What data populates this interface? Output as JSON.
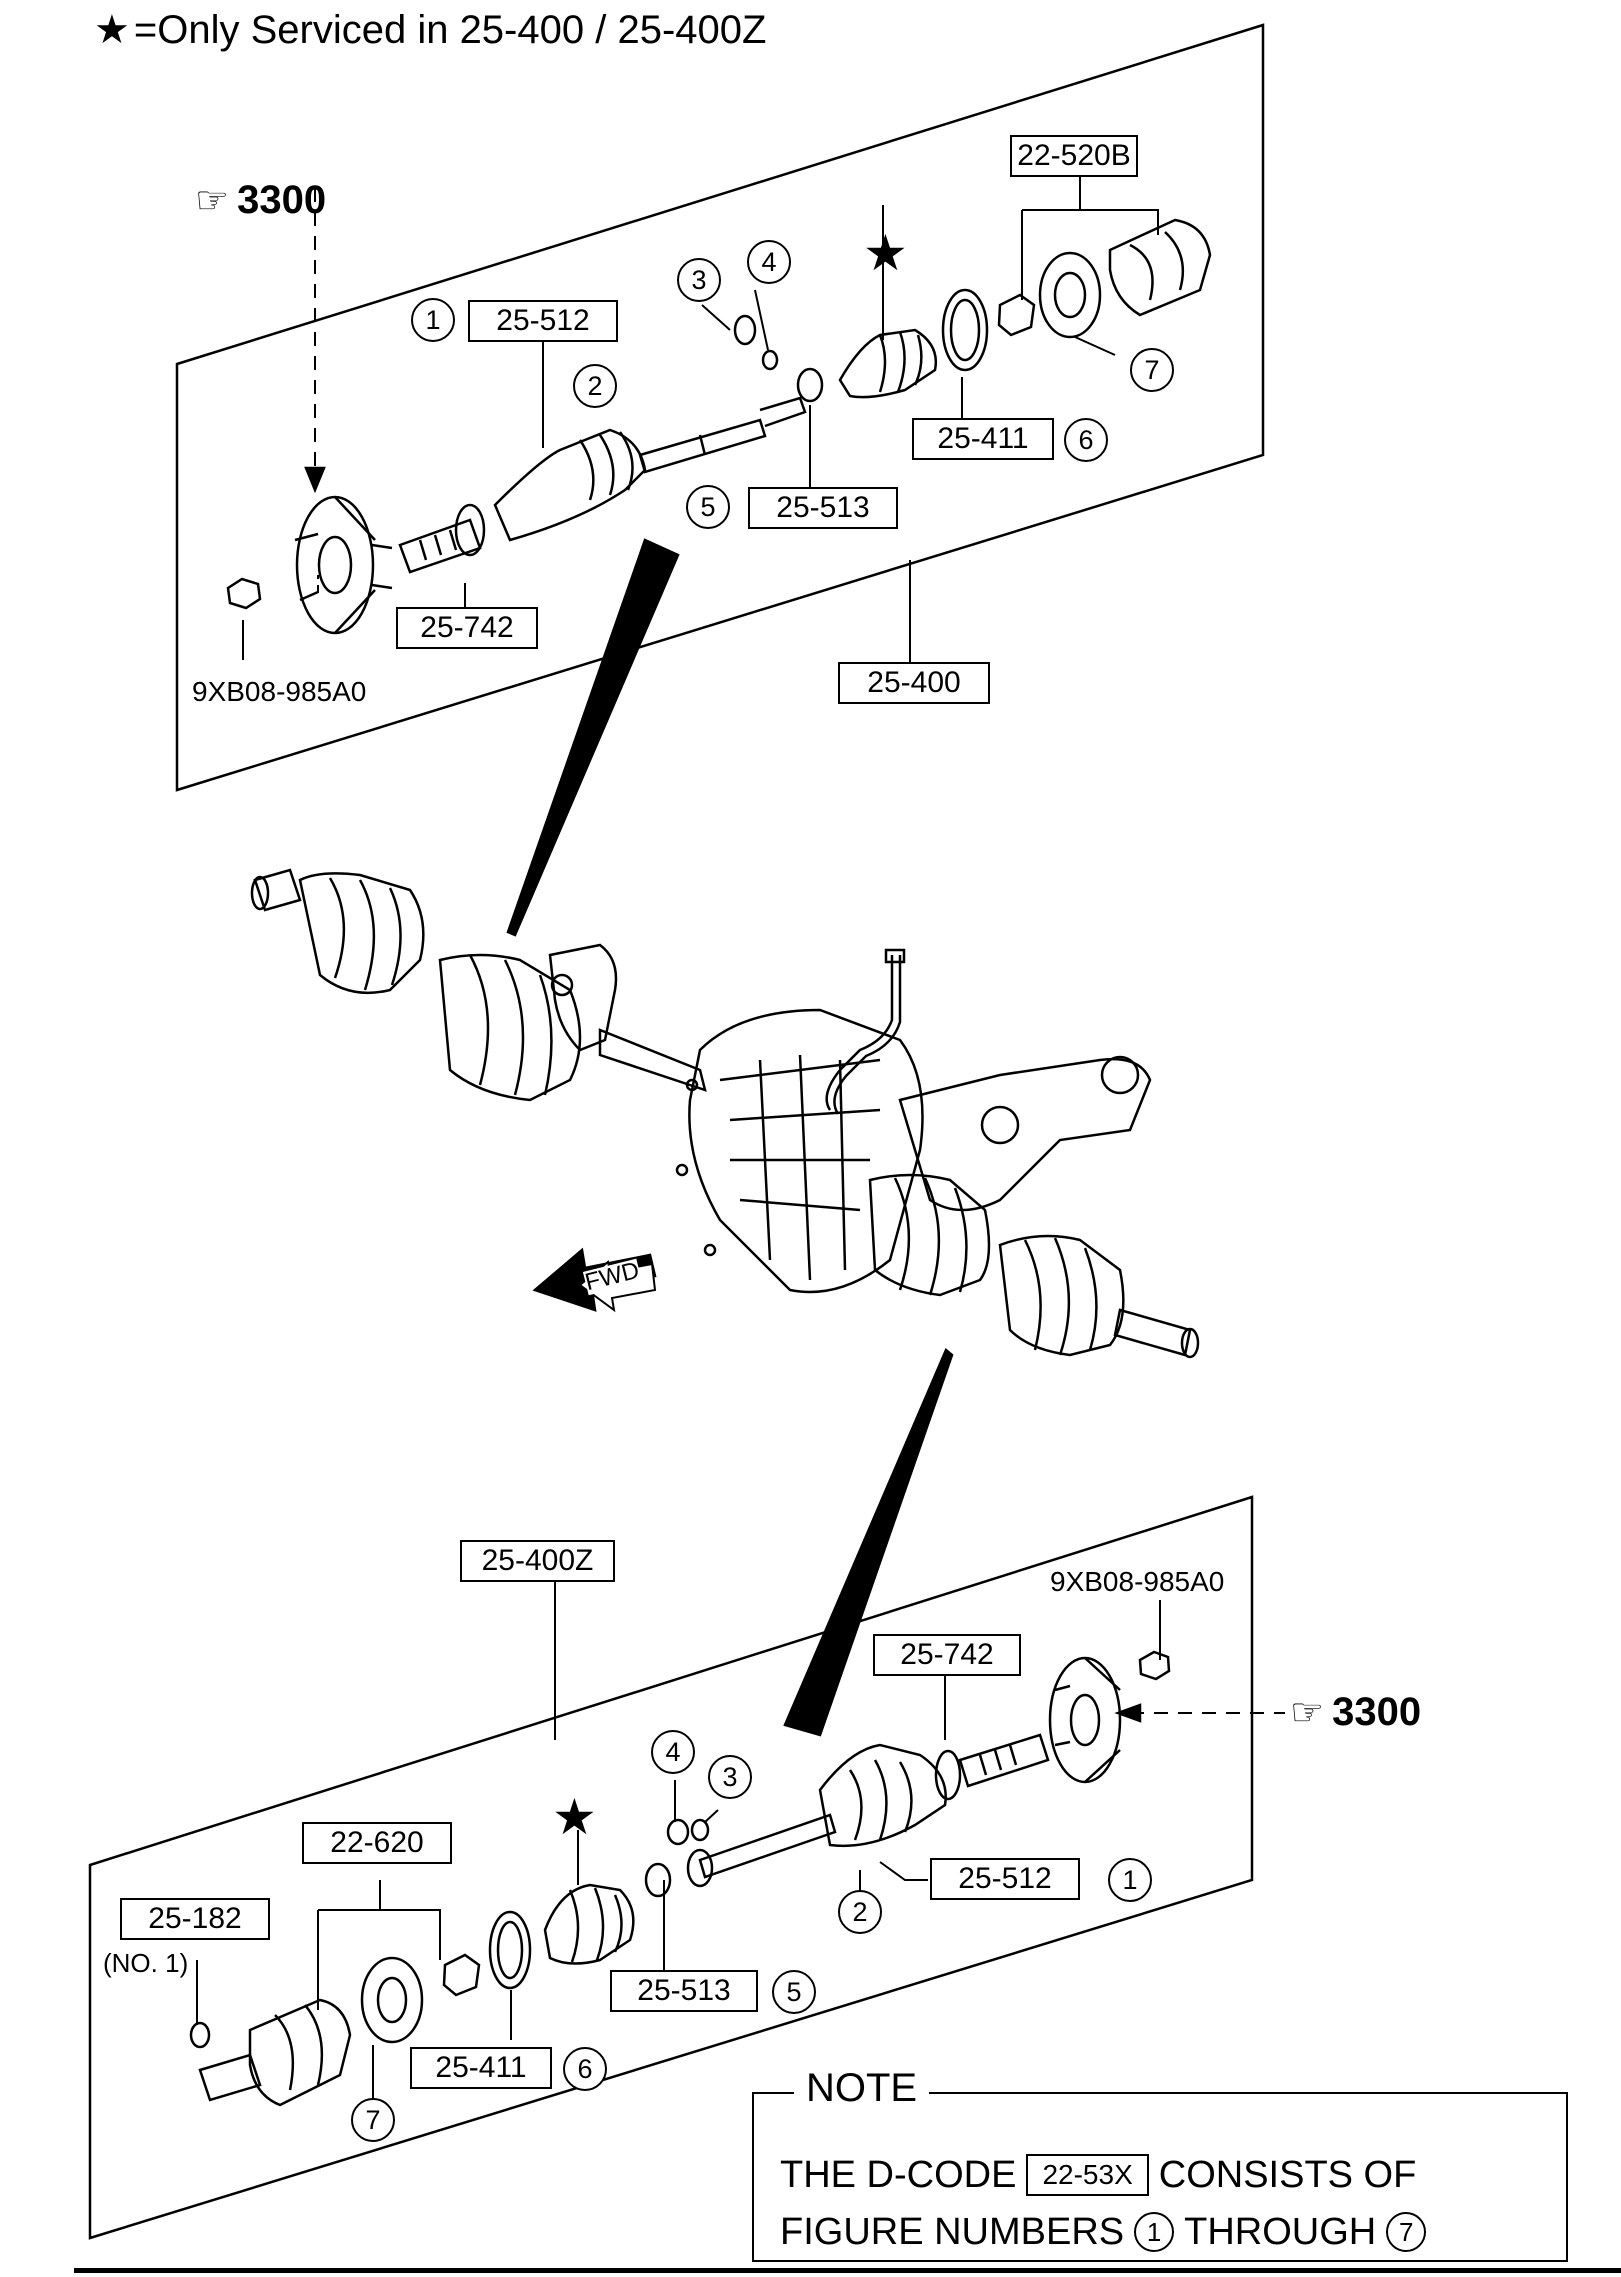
{
  "header": {
    "star_glyph": "★",
    "legend_text": "=Only Serviced in 25-400 / 25-400Z"
  },
  "upper_assembly": {
    "assembly_code": "25-400",
    "parts": {
      "p25_512": "25-512",
      "p25_742": "25-742",
      "p25_513": "25-513",
      "p25_411": "25-411",
      "p22_520B": "22-520B",
      "nut_code": "9XB08-985A0"
    },
    "figure_numbers": {
      "f1": "1",
      "f2": "2",
      "f3": "3",
      "f4": "4",
      "f5": "5",
      "f6": "6",
      "f7": "7"
    },
    "reference": "3300"
  },
  "lower_assembly": {
    "assembly_code": "25-400Z",
    "parts": {
      "p25_742": "25-742",
      "p25_512": "25-512",
      "p25_513": "25-513",
      "p25_411": "25-411",
      "p22_620": "22-620",
      "p25_182": "25-182",
      "no1": "(NO. 1)",
      "nut_code": "9XB08-985A0"
    },
    "figure_numbers": {
      "f1": "1",
      "f2": "2",
      "f3": "3",
      "f4": "4",
      "f5": "5",
      "f6": "6",
      "f7": "7"
    },
    "reference": "3300"
  },
  "center": {
    "fwd_label": "FWD"
  },
  "note": {
    "title": "NOTE",
    "line1_prefix": "THE D-CODE",
    "dcode": "22-53X",
    "line1_suffix": "CONSISTS OF",
    "line2_prefix": "FIGURE NUMBERS",
    "from_fig": "1",
    "line2_mid": "THROUGH",
    "to_fig": "7"
  }
}
